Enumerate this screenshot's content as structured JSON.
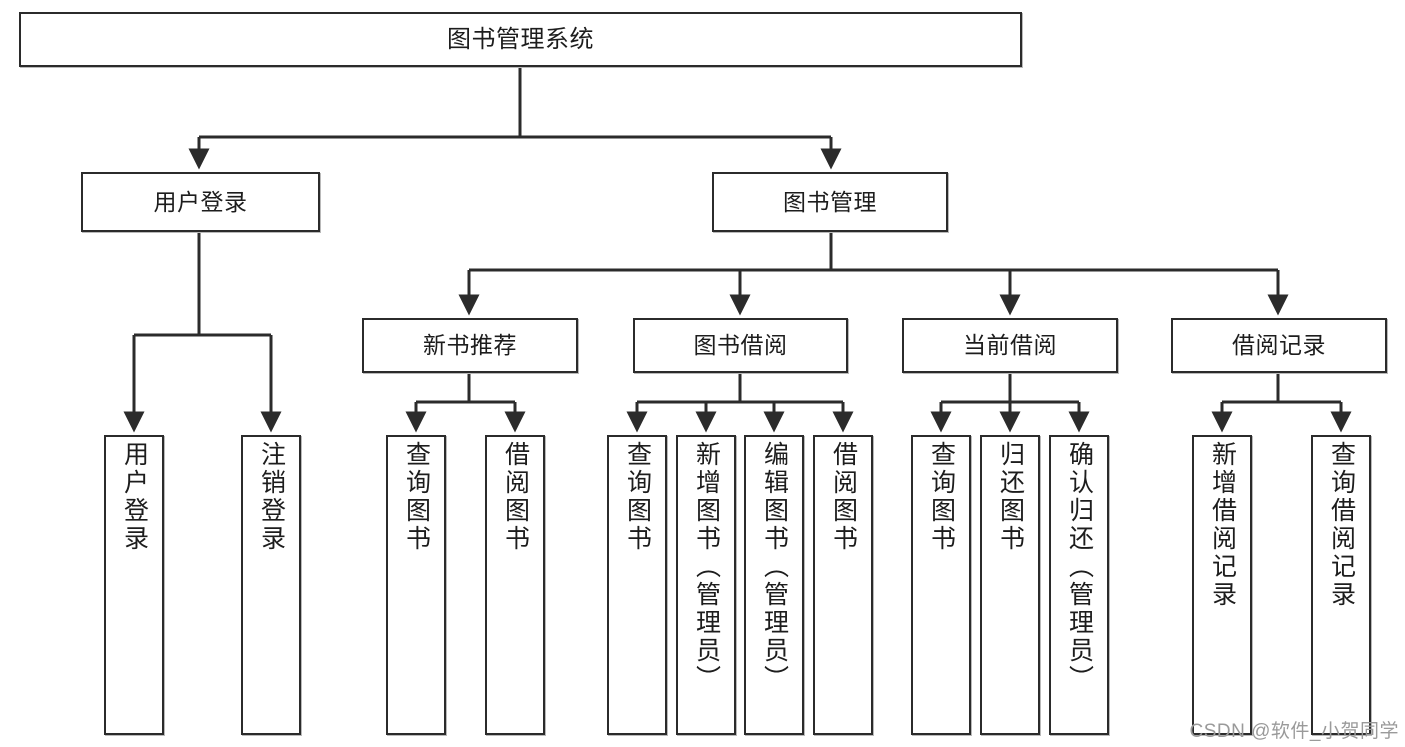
{
  "diagram": {
    "title": "图书管理系统",
    "root": {
      "label": "图书管理系统"
    },
    "level2": [
      {
        "label": "用户登录"
      },
      {
        "label": "图书管理"
      }
    ],
    "level3": [
      {
        "label": "新书推荐"
      },
      {
        "label": "图书借阅"
      },
      {
        "label": "当前借阅"
      },
      {
        "label": "借阅记录"
      }
    ],
    "leaves": {
      "user_login": [
        {
          "label": "用户登录"
        },
        {
          "label": "注销登录"
        }
      ],
      "new_book_recommend": [
        {
          "label": "查询图书"
        },
        {
          "label": "借阅图书"
        }
      ],
      "book_borrow": [
        {
          "label": "查询图书"
        },
        {
          "label": "新增图书（管理员）"
        },
        {
          "label": "编辑图书（管理员）"
        },
        {
          "label": "借阅图书"
        }
      ],
      "current_borrow": [
        {
          "label": "查询图书"
        },
        {
          "label": "归还图书"
        },
        {
          "label": "确认归还（管理员）"
        }
      ],
      "borrow_record": [
        {
          "label": "新增借阅记录"
        },
        {
          "label": "查询借阅记录"
        }
      ]
    }
  },
  "watermark": {
    "text": "CSDN @软件_小贺同学"
  },
  "colors": {
    "stroke": "#2b2b2b",
    "box_fill": "#ffffff",
    "text": "#1d1d1d",
    "watermark": "#9a9a9a",
    "shadow": "#b9b9b9"
  }
}
